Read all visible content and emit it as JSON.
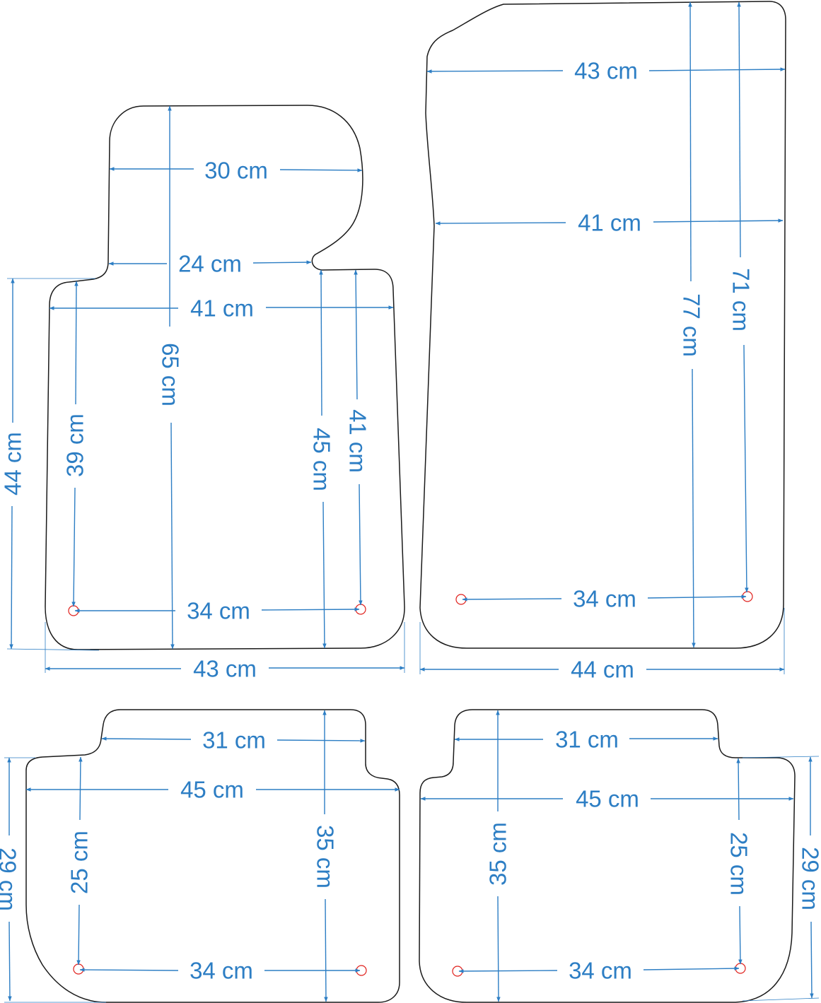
{
  "colors": {
    "outline": "#1a1a1a",
    "dimension": "#2d7ec4",
    "hole": "#e0201c"
  },
  "mats": {
    "front_left": {
      "top_width": "30 cm",
      "neck_width": "24 cm",
      "body_width": "41 cm",
      "hole_span": "34 cm",
      "bottom_width": "43 cm",
      "total_height": "65 cm",
      "left_height": "39 cm",
      "right_inner_height": "45 cm",
      "right_height": "41 cm",
      "side_height": "44 cm"
    },
    "front_right": {
      "top_width": "43 cm",
      "mid_width": "41 cm",
      "hole_span": "34 cm",
      "bottom_width": "44 cm",
      "total_height": "77 cm",
      "hole_height": "71 cm"
    },
    "rear_left": {
      "top_width": "31 cm",
      "body_width": "45 cm",
      "hole_span": "34 cm",
      "inner_height": "25 cm",
      "total_height": "35 cm",
      "side_height": "29 cm"
    },
    "rear_right": {
      "top_width": "31 cm",
      "body_width": "45 cm",
      "hole_span": "34 cm",
      "total_height": "35 cm",
      "inner_height": "25 cm",
      "side_height": "29 cm"
    }
  }
}
